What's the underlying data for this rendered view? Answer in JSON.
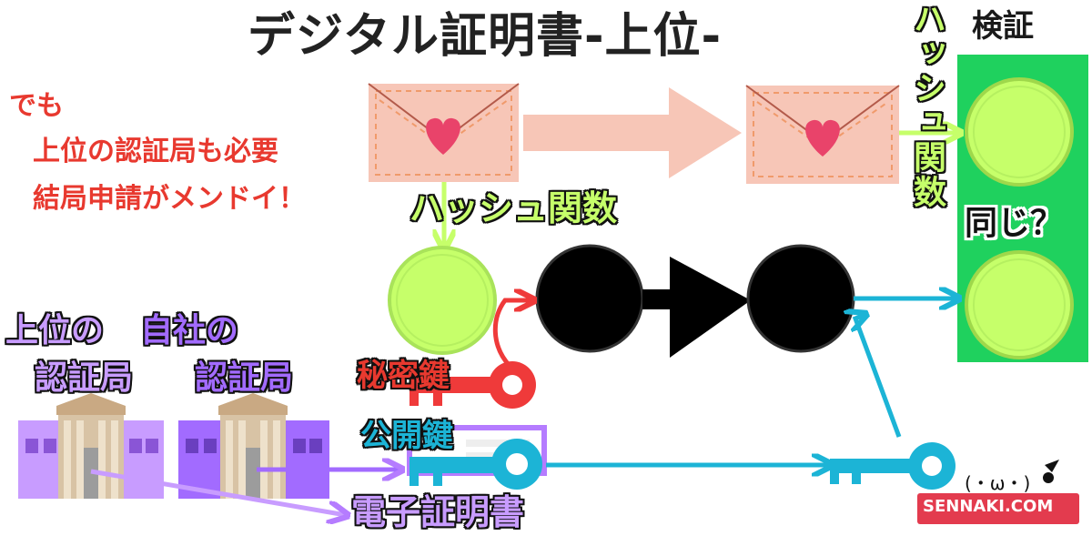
{
  "title": "デジタル証明書-上位-",
  "note": {
    "line1": "でも",
    "line2": "上位の認証局も必要",
    "line3": "結局申請がメンドイ！"
  },
  "hash_function_label": "ハッシュ関数",
  "hash_function_vertical": "ハッシュ関数",
  "verify_label": "検証",
  "same_label": "同じ？",
  "parent_ca": {
    "line1": "上位の",
    "line2": "認証局"
  },
  "own_ca": {
    "line1": "自社の",
    "line2": "認証局"
  },
  "private_key_label": "秘密鍵",
  "public_key_label": "公開鍵",
  "certificate_label": "電子証明書",
  "site_label": "SENNAKI.COM",
  "mascot_face": "(・ω・)",
  "colors": {
    "red": "#e8392f",
    "hash_green": "#c6ff6a",
    "verify_green": "#1fd15e",
    "cyan": "#1cb4d6",
    "purple": "#a26bff",
    "light_purple": "#c89cff",
    "envelope": "#f7c6b7",
    "heart": "#e9436a"
  },
  "icons": [
    "envelope-heart-icon",
    "envelope-heart-icon",
    "key-icon",
    "key-icon",
    "key-icon",
    "building-icon",
    "building-icon",
    "certificate-icon"
  ]
}
